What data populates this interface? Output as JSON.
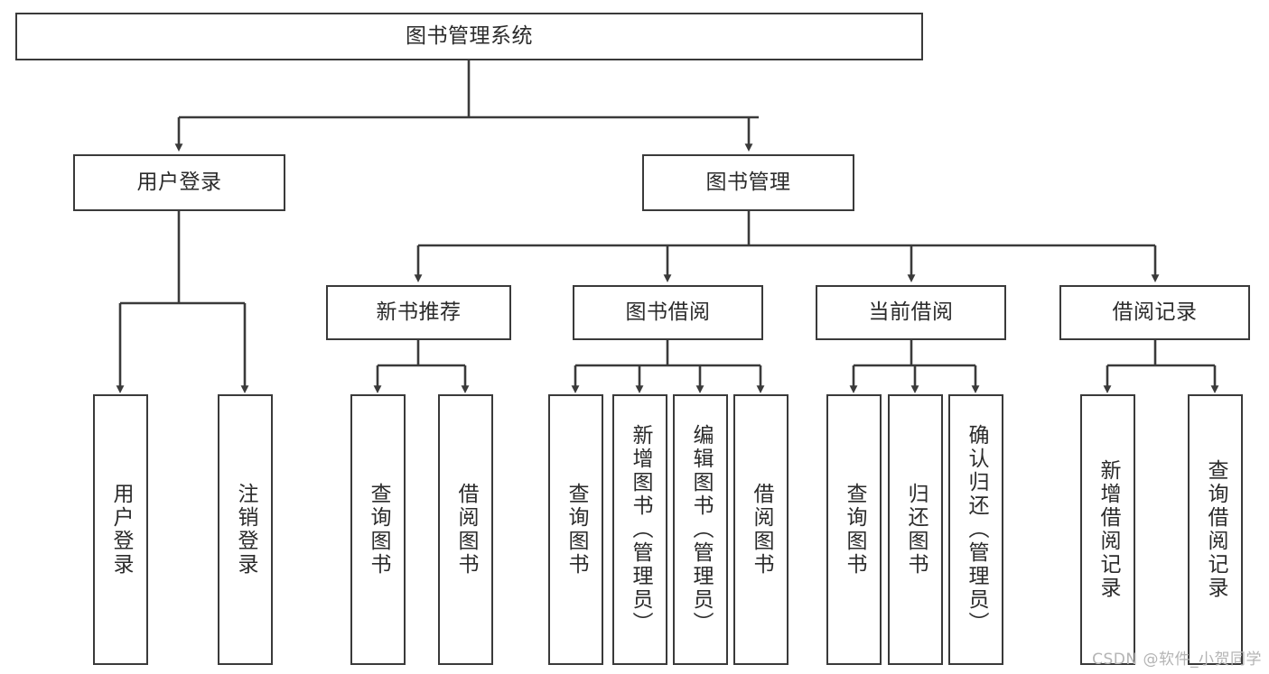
{
  "diagram": {
    "title": "图书管理系统",
    "type": "tree-hierarchy-chart",
    "orientation": "top-down",
    "colors": {
      "box_border": "#3a3a3a",
      "box_fill": "#ffffff",
      "edge": "#3a3a3a",
      "text": "#2b2b2b",
      "watermark": "#b4b4b4",
      "background": "#ffffff"
    },
    "watermark": "CSDN @软件_小贺同学",
    "levels": [
      {
        "level": 0,
        "nodes": [
          {
            "id": "root",
            "label": "图书管理系统"
          }
        ]
      },
      {
        "level": 1,
        "nodes": [
          {
            "id": "l1-0",
            "label": "用户登录",
            "parent": "root"
          },
          {
            "id": "l1-1",
            "label": "图书管理",
            "parent": "root"
          }
        ]
      },
      {
        "level": 2,
        "nodes": [
          {
            "id": "l2-0",
            "label": "新书推荐",
            "parent": "l1-1"
          },
          {
            "id": "l2-1",
            "label": "图书借阅",
            "parent": "l1-1"
          },
          {
            "id": "l2-2",
            "label": "当前借阅",
            "parent": "l1-1"
          },
          {
            "id": "l2-3",
            "label": "借阅记录",
            "parent": "l1-1"
          }
        ]
      },
      {
        "level": 3,
        "nodes": [
          {
            "id": "l3-0",
            "label": "用户登录",
            "parent": "l1-0"
          },
          {
            "id": "l3-1",
            "label": "注销登录",
            "parent": "l1-0"
          },
          {
            "id": "l3-2",
            "label": "查询图书",
            "parent": "l2-0"
          },
          {
            "id": "l3-3",
            "label": "借阅图书",
            "parent": "l2-0"
          },
          {
            "id": "l3-4",
            "label": "查询图书",
            "parent": "l2-1"
          },
          {
            "id": "l3-5",
            "label": "新增图书（管理员）",
            "parent": "l2-1"
          },
          {
            "id": "l3-6",
            "label": "编辑图书（管理员）",
            "parent": "l2-1"
          },
          {
            "id": "l3-7",
            "label": "借阅图书",
            "parent": "l2-1"
          },
          {
            "id": "l3-8",
            "label": "查询图书",
            "parent": "l2-2"
          },
          {
            "id": "l3-9",
            "label": "归还图书",
            "parent": "l2-2"
          },
          {
            "id": "l3-10",
            "label": "确认归还（管理员）",
            "parent": "l2-2"
          },
          {
            "id": "l3-11",
            "label": "新增借阅记录",
            "parent": "l2-3"
          },
          {
            "id": "l3-12",
            "label": "查询借阅记录",
            "parent": "l2-3"
          }
        ]
      }
    ]
  }
}
